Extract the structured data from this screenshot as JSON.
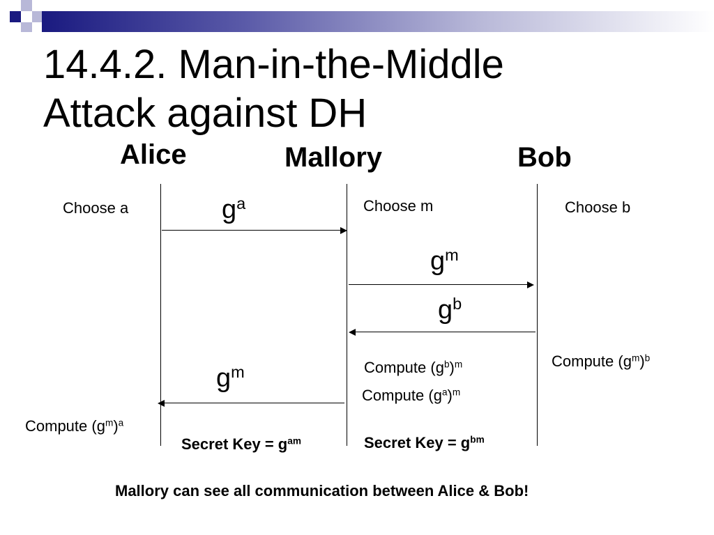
{
  "slide": {
    "title_line1": "14.4.2. Man-in-the-Middle",
    "title_line2": "Attack against DH",
    "footer": "Mallory can see all communication between Alice & Bob!"
  },
  "parties": {
    "alice": "Alice",
    "mallory": "Mallory",
    "bob": "Bob"
  },
  "labels": {
    "choose_a": "Choose a",
    "choose_m": "Choose m",
    "choose_b": "Choose b",
    "compute_prefix": "Compute (g",
    "paren_close": ")",
    "exp_a": "a",
    "exp_b": "b",
    "exp_m": "m",
    "exp_am": "am",
    "exp_bm": "bm",
    "g": "g",
    "secret_prefix": "Secret Key = g"
  },
  "colors": {
    "header_start": "#1a1a80",
    "header_end": "#ffffff",
    "accent_squares": "#9a9ac8"
  }
}
